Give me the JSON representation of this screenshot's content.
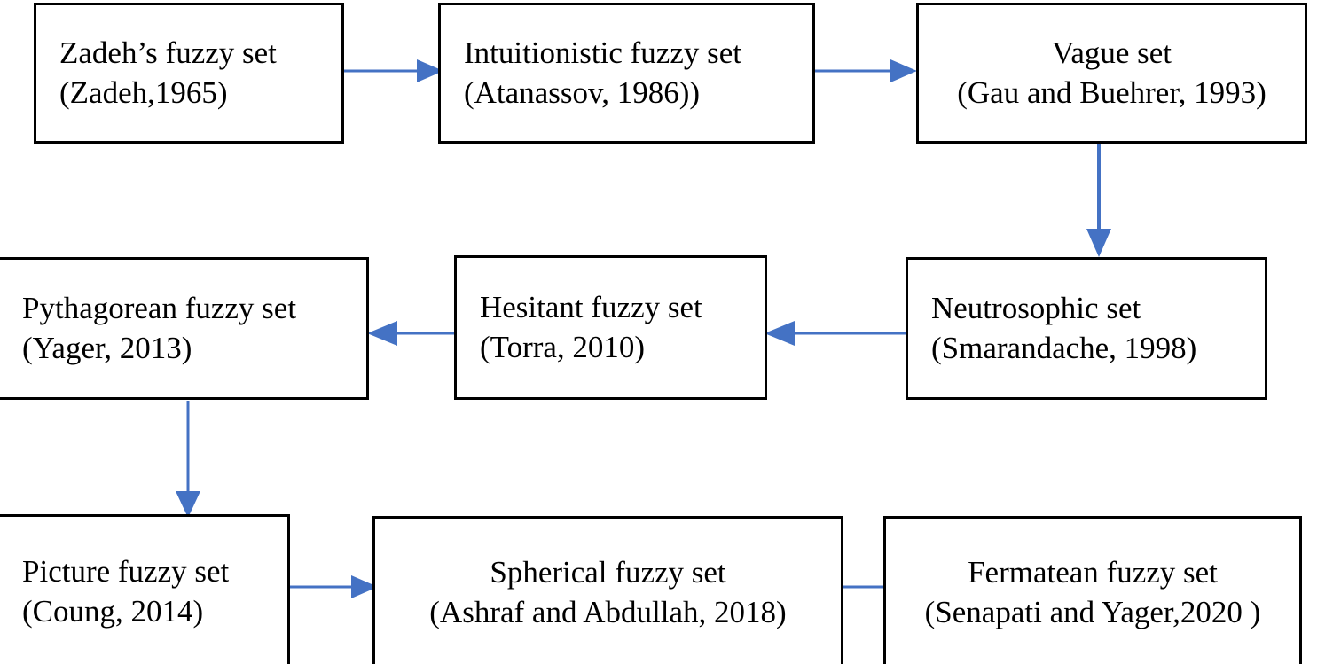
{
  "diagram": {
    "type": "flowchart",
    "title": "Evolution of fuzzy set extensions",
    "arrow_color": "#4472C4",
    "box_border_color": "#000000",
    "background_color": "#FFFFFF",
    "text_color": "#000000",
    "nodes": [
      {
        "id": "zadeh",
        "line1": "Zadeh’s fuzzy set",
        "line2": "(Zadeh,1965)",
        "align": "left"
      },
      {
        "id": "intuitionistic",
        "line1": "Intuitionistic fuzzy set",
        "line2": "(Atanassov, 1986))",
        "align": "left"
      },
      {
        "id": "vague",
        "line1": "Vague set",
        "line2": "(Gau and Buehrer, 1993)",
        "align": "center"
      },
      {
        "id": "pythagorean",
        "line1": "Pythagorean fuzzy set",
        "line2": "(Yager, 2013)",
        "align": "left"
      },
      {
        "id": "hesitant",
        "line1": "Hesitant fuzzy set",
        "line2": "(Torra, 2010)",
        "align": "left"
      },
      {
        "id": "neutrosophic",
        "line1": "Neutrosophic set",
        "line2": "(Smarandache, 1998)",
        "align": "left"
      },
      {
        "id": "picture",
        "line1": "Picture fuzzy set",
        "line2": "(Coung, 2014)",
        "align": "left"
      },
      {
        "id": "spherical",
        "line1": "Spherical fuzzy set",
        "line2": "(Ashraf and Abdullah, 2018)",
        "align": "center"
      },
      {
        "id": "fermatean",
        "line1": "Fermatean fuzzy set",
        "line2": "(Senapati and Yager,2020 )",
        "align": "center"
      }
    ],
    "edges": [
      {
        "id": "zadeh-to-intuitionistic",
        "from": "zadeh",
        "to": "intuitionistic",
        "direction": "right"
      },
      {
        "id": "intuitionistic-to-vague",
        "from": "intuitionistic",
        "to": "vague",
        "direction": "right"
      },
      {
        "id": "vague-to-neutrosophic",
        "from": "vague",
        "to": "neutrosophic",
        "direction": "down"
      },
      {
        "id": "neutrosophic-to-hesitant",
        "from": "neutrosophic",
        "to": "hesitant",
        "direction": "left"
      },
      {
        "id": "hesitant-to-pythagorean",
        "from": "hesitant",
        "to": "pythagorean",
        "direction": "left"
      },
      {
        "id": "pythagorean-to-picture",
        "from": "pythagorean",
        "to": "picture",
        "direction": "down"
      },
      {
        "id": "picture-to-spherical",
        "from": "picture",
        "to": "spherical",
        "direction": "right"
      },
      {
        "id": "spherical-to-fermatean",
        "from": "spherical",
        "to": "fermatean",
        "direction": "right"
      }
    ]
  }
}
